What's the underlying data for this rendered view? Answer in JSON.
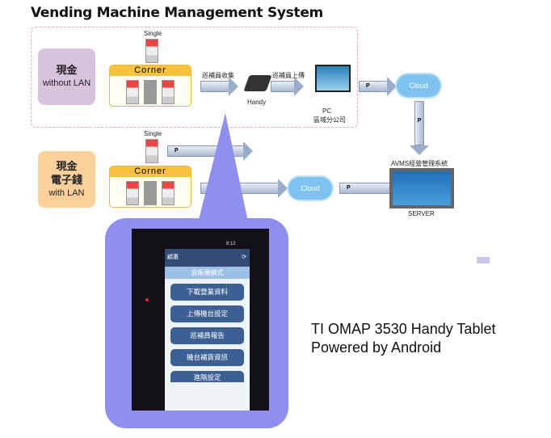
{
  "title": "Vending Machine Management System",
  "row1": {
    "payment_title": "現金",
    "payment_sub": "without  LAN",
    "single": "Single",
    "corner": "Corner",
    "collect": "巡補員收集",
    "handy": "Handy",
    "upload": "巡補員上傳",
    "pc": "PC",
    "pc_sub": "區域分公司",
    "p1": "P",
    "cloud": "Cloud",
    "p2": "P"
  },
  "row2": {
    "payment_title": "現金",
    "payment_title2": "電子錢",
    "payment_sub": "with  LAN",
    "single": "Single",
    "corner": "Corner",
    "p1": "P",
    "cloud": "Cloud",
    "p2": "P"
  },
  "server": {
    "title": "AVMS經營管理系統",
    "label": "SERVER"
  },
  "phone": {
    "time": "8:12",
    "app_title": "顧惠",
    "header": "自販機模式",
    "buttons": [
      "下載營業資料",
      "上傳機台設定",
      "巡補員報告",
      "機台補貨資訊",
      "進階設定"
    ]
  },
  "caption": {
    "line1": "TI OMAP 3530 Handy Tablet",
    "line2": "Powered by Android"
  },
  "colors": {
    "callout": "#8f8ff0",
    "without_lan": "#d7c3dc",
    "with_lan": "#fcd09a",
    "cloud": "#7ec3ef"
  }
}
